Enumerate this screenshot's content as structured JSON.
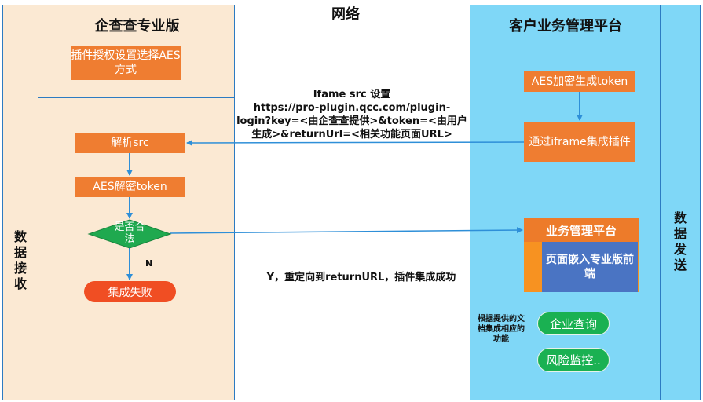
{
  "title": "网络",
  "left_lane": {
    "title": "企查查专业版",
    "side_label": "数据接收",
    "plugin_auth": "插件授权设置选择AES方式",
    "parse_src": "解析src",
    "aes_decrypt": "AES解密token",
    "decision": "是否合法",
    "no_label": "N",
    "fail": "集成失败"
  },
  "right_lane": {
    "title": "客户业务管理平台",
    "side_label": "数据发送",
    "aes_generate": "AES加密生成token",
    "iframe_integrate": "通过iframe集成插件",
    "biz_platform": "业务管理平台",
    "embed_frontend": "页面嵌入专业版前端",
    "note": "根据提供的文档集成相应的功能",
    "enterprise_query": "企业查询",
    "risk_monitor": "风险监控.."
  },
  "connectors": {
    "request_line1": "Ifame src 设置",
    "request_line2": "https://pro-plugin.qcc.com/plugin-",
    "request_line3": "login?key=<由企查查提供>&token=<由用户",
    "request_line4": "生成>&returnUrl=<相关功能页面URL>",
    "success_text": "Y，重定向到returnURL，插件集成成功"
  },
  "colors": {
    "left_bg": "#fbe9d3",
    "right_bg": "#7fd7f7",
    "border": "#2c7bc2",
    "process": "#ef7d31",
    "decision": "#1fa94f",
    "fail": "#f04e23",
    "function_pill": "#1ab152",
    "embed": "#4a74c3"
  }
}
